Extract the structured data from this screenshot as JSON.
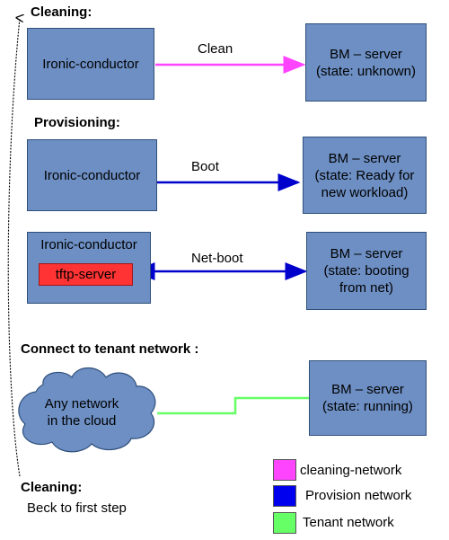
{
  "sections": {
    "cleaning": "Cleaning:",
    "provisioning": "Provisioning:",
    "connect": "Connect to tenant network :",
    "cleaning_again": "Cleaning:",
    "back_to_first": "Beck to first step"
  },
  "cleaning_step": {
    "source_line": "Ironic-conductor",
    "edge_label": "Clean",
    "target_lines": [
      "BM – server",
      "(state: unknown)"
    ]
  },
  "boot_step": {
    "source_line": "Ironic-conductor",
    "edge_label": "Boot",
    "target_lines": [
      "BM – server",
      "(state: Ready for",
      "new workload)"
    ]
  },
  "netboot_step": {
    "source_line": "Ironic-conductor",
    "tftp_label": "tftp-server",
    "edge_label": "Net-boot",
    "target_lines": [
      "BM – server",
      "(state: booting",
      "from net)"
    ]
  },
  "tenant_step": {
    "cloud_lines": [
      "Any network",
      "in the cloud"
    ],
    "target_lines": [
      "BM – server",
      "(state: running)"
    ]
  },
  "legend": [
    {
      "label": "cleaning-network",
      "color": "#ff44ff"
    },
    {
      "label": "Provision network",
      "color": "#0000ee"
    },
    {
      "label": "Tenant network",
      "color": "#66ff66"
    }
  ],
  "colors": {
    "box_fill": "#6d8fc4",
    "clean_edge": "#ff44ff",
    "provision_edge": "#0000cc",
    "tenant_edge": "#66ff66",
    "cloud_fill": "#6d8fc4",
    "tftp_fill": "#ff3333"
  }
}
